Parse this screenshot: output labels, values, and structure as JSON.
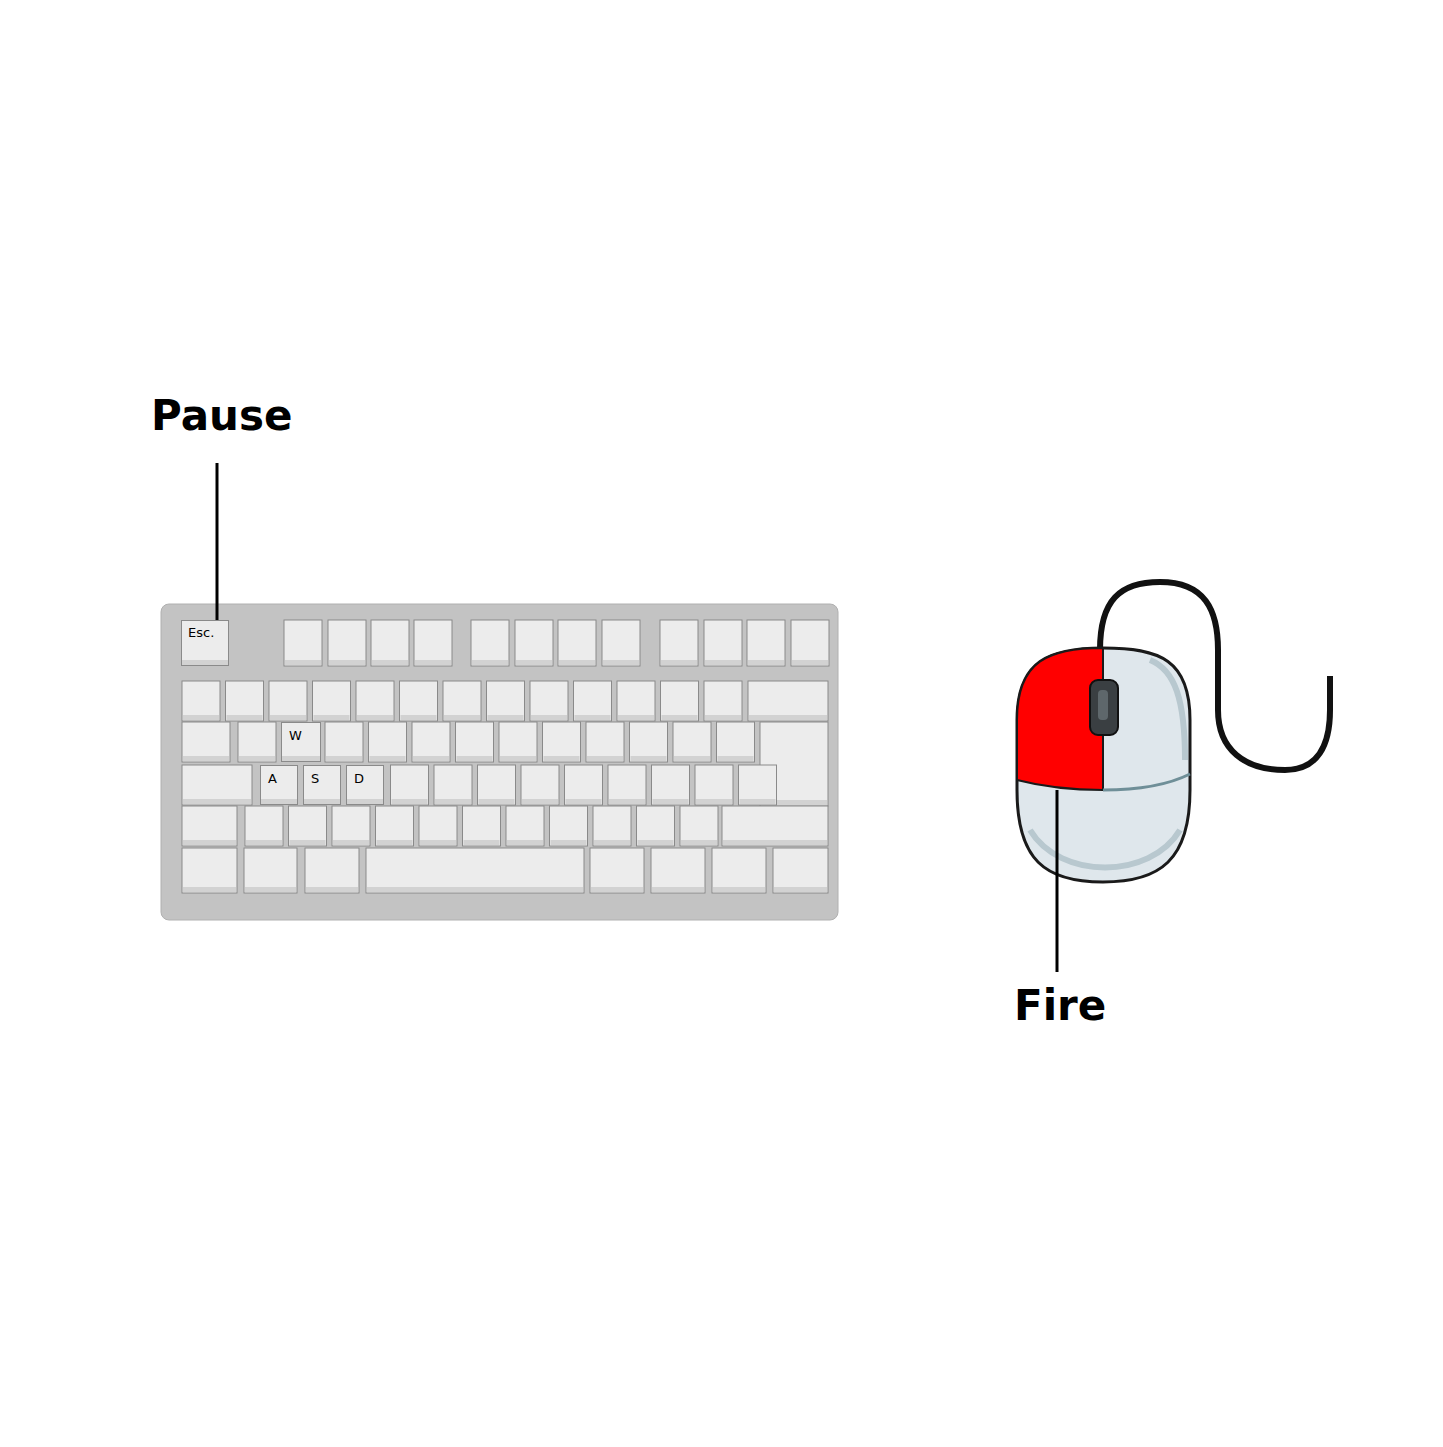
{
  "diagram": {
    "nodes": [
      {
        "text": [
          "Esc."
        ]
      },
      {
        "text": [
          "W"
        ]
      },
      {
        "text": [
          "A"
        ]
      },
      {
        "text": [
          "S"
        ]
      },
      {
        "text": [
          "D"
        ]
      }
    ],
    "labels": [
      "Pause",
      "Fire"
    ]
  }
}
